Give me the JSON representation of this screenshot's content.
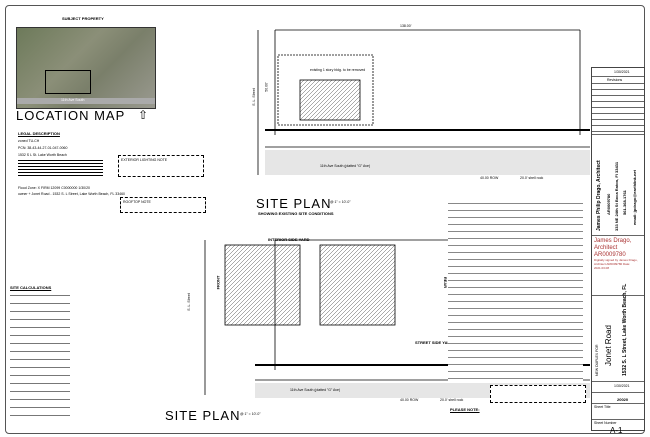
{
  "location_map": {
    "subject_label": "SUBJECT PROPERTY",
    "title": "LOCATION MAP",
    "street": "11th Ave South"
  },
  "legal": {
    "heading": "LEGAL DESCRIPTION",
    "lines": [
      "zoned TU-CH",
      "PCN: 38-43-44-27-01-047-0060",
      "1532 S L St.   Lake Worth Beach",
      "Flood Zone: X  FIRM 12099 C0000000 1/30/20",
      "owner + Jonet Road - 1532 S. L Street, Lake Worth Beach, FL 33460"
    ]
  },
  "notes": {
    "lighting": "EXTERIOR LIGHTING NOTE",
    "roof": "ROOFTOP NOTE",
    "site_calc": "SITE CALCULATIONS",
    "please_note": "PLEASE NOTE:"
  },
  "site_plan_top": {
    "title": "SITE PLAN",
    "scale": "@ 1\" = 10'-0\"",
    "subtitle": "SHOWING EXISTING SITE CONDITIONS",
    "dim_width": "138.00'",
    "dim_depth": "50.00'",
    "row": "40.00 ROW",
    "shell": "20.0' shell rock",
    "street_side": "S. L. Street",
    "avenue": "11th Ave South   (platted \"G\" Ave)",
    "existing": "existing 1 story bldg. to be removed"
  },
  "site_plan_bottom": {
    "title": "SITE PLAN",
    "scale": "@ 1\" = 10'-0\"",
    "interior": "INTERIOR SIDE YARD",
    "street_yard": "STREET SIDE YARD",
    "front": "FRONT",
    "rear": "REAR",
    "row": "40.00 ROW",
    "shell": "20.0' shell rock",
    "avenue": "11th Ave South   (platted \"G\" Ave)",
    "street_side": "S. L. Street"
  },
  "title_block": {
    "date": "1/30/2021",
    "revisions": "Revisions",
    "architect": "James Philip Drago, Architect",
    "license": "AR0009780",
    "address": "333 NE 24th St Boca Raton, Fl 33431",
    "phone": "561-368-1761",
    "email": "email: jpdrago@earthlink.net",
    "signature_name": "James Drago, Architect",
    "signature_license": "AR0009780",
    "signature_note": "Digitally signed by James Drago, Architect AR0009780 Date: 2021.03.08",
    "project_label": "NEW DUPLEX FOR",
    "owner": "Jonet Road",
    "project_address": "1532 S. L Street, Lake Worth Beach, FL",
    "scale": "1/30/2021",
    "project_number": "20020",
    "sheet_title": "Sheet Title",
    "sheet_number_label": "Sheet Number",
    "sheet_number": "A-1"
  }
}
